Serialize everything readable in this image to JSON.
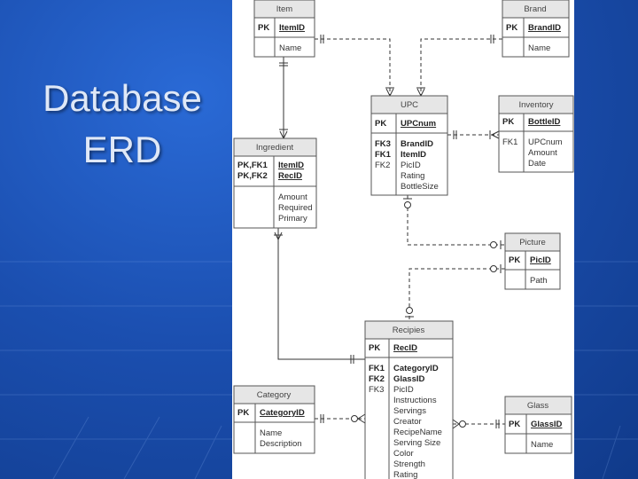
{
  "slide": {
    "title_line1": "Database",
    "title_line2": "ERD"
  },
  "colors": {
    "background": "#1b4fb0",
    "entity_header": "#e6e6e6",
    "line": "#333333"
  },
  "entities": {
    "item": {
      "name": "Item",
      "pk": [
        {
          "key": "PK",
          "field": "ItemID"
        }
      ],
      "attrs": [
        "Name"
      ]
    },
    "brand": {
      "name": "Brand",
      "pk": [
        {
          "key": "PK",
          "field": "BrandID"
        }
      ],
      "attrs": [
        "Name"
      ]
    },
    "upc": {
      "name": "UPC",
      "pk": [
        {
          "key": "PK",
          "field": "UPCnum"
        }
      ],
      "fk": [
        {
          "key": "FK3",
          "field": "BrandID"
        },
        {
          "key": "FK1",
          "field": "ItemID"
        },
        {
          "key": "FK2",
          "field": "PicID"
        }
      ],
      "attrs": [
        "Rating",
        "BottleSize"
      ]
    },
    "inventory": {
      "name": "Inventory",
      "pk": [
        {
          "key": "PK",
          "field": "BottleID"
        }
      ],
      "fk": [
        {
          "key": "FK1",
          "field": "UPCnum"
        }
      ],
      "attrs": [
        "Amount",
        "Date"
      ]
    },
    "ingredient": {
      "name": "Ingredient",
      "pk": [
        {
          "key": "PK,FK1",
          "field": "ItemID"
        },
        {
          "key": "PK,FK2",
          "field": "RecID"
        }
      ],
      "attrs": [
        "Amount",
        "Required",
        "Primary"
      ]
    },
    "picture": {
      "name": "Picture",
      "pk": [
        {
          "key": "PK",
          "field": "PicID"
        }
      ],
      "attrs": [
        "Path"
      ]
    },
    "recipies": {
      "name": "Recipies",
      "pk": [
        {
          "key": "PK",
          "field": "RecID"
        }
      ],
      "fk": [
        {
          "key": "FK1",
          "field": "CategoryID"
        },
        {
          "key": "FK2",
          "field": "GlassID"
        },
        {
          "key": "FK3",
          "field": "PicID"
        }
      ],
      "attrs": [
        "Instructions",
        "Servings",
        "Creator",
        "RecipeName",
        "Serving Size",
        "Color",
        "Strength",
        "Rating"
      ]
    },
    "category": {
      "name": "Category",
      "pk": [
        {
          "key": "PK",
          "field": "CategoryID"
        }
      ],
      "attrs": [
        "Name",
        "Description"
      ]
    },
    "glass": {
      "name": "Glass",
      "pk": [
        {
          "key": "PK",
          "field": "GlassID"
        }
      ],
      "attrs": [
        "Name"
      ]
    }
  }
}
